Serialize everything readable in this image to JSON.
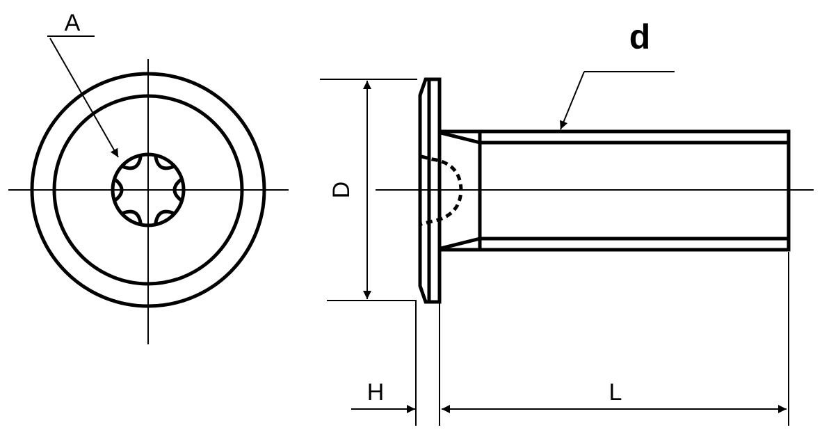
{
  "labels": {
    "drive_type": "A",
    "thread_diameter": "d",
    "head_diameter": "D",
    "head_height": "H",
    "length": "L"
  },
  "colors": {
    "line": "#000000",
    "background": "#ffffff"
  }
}
